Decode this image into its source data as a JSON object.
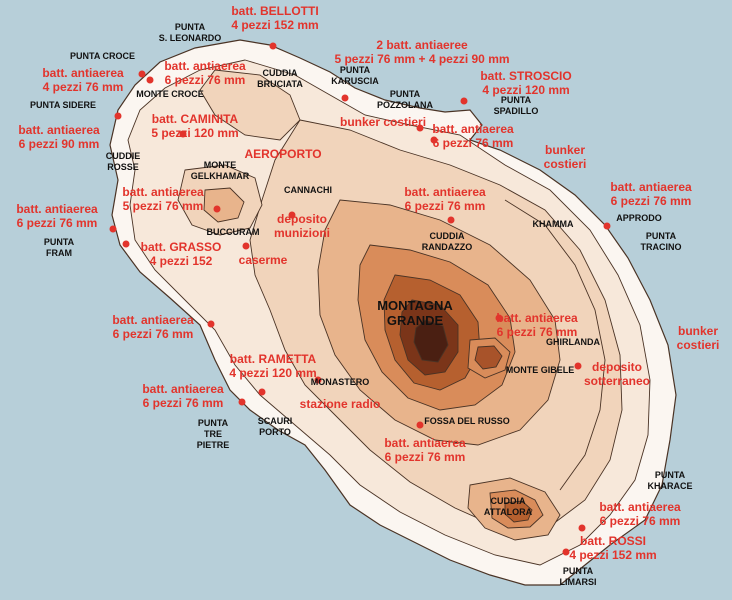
{
  "colors": {
    "sea": "#b7cfd9",
    "land": "#fbf6f1",
    "contour": "#4a3325",
    "annotation": "#e2342c",
    "peak": "#4a1f12"
  },
  "places": {
    "punta_s_leonardo": "PUNTA\nS. LEONARDO",
    "punta_croce": "PUNTA CROCE",
    "monte_croce": "MONTE CROCE",
    "cuddia_bruciata": "CUDDIA\nBRUCIATA",
    "punta_karuscia": "PUNTA\nKARUSCIA",
    "punta_pozzolana": "PUNTA\nPOZZOLANA",
    "punta_spadillo": "PUNTA\nSPADILLO",
    "punta_sidere": "PUNTA SIDERE",
    "cuddie_rosse": "CUDDIE\nROSSE",
    "monte_gelkhamar": "MONTE\nGELKHAMAR",
    "cannachi": "CANNACHI",
    "buccuram": "BUCCURAM",
    "punta_fram": "PUNTA\nFRAM",
    "cuddia_randazzo": "CUDDIA\nRANDAZZO",
    "khamma": "KHAMMA",
    "approdo": "APPRODO",
    "punta_tracino": "PUNTA\nTRACINO",
    "ghirlanda": "GHIRLANDA",
    "monte_gibele": "MONTE GIBELE",
    "monastero": "MONASTERO",
    "scauri_porto": "SCAURI\nPORTO",
    "punta_tre_pietre": "PUNTA\nTRE\nPIETRE",
    "fossa_del_russo": "FOSSA DEL RUSSO",
    "cuddia_attalora": "CUDDIA\nATTALORA",
    "punta_kharace": "PUNTA\nKHARACE",
    "punta_limarsi": "PUNTA\nLIMARSI",
    "montagna_grande": "MONTAGNA\nGRANDE"
  },
  "annotations": {
    "bellotti": "batt. BELLOTTI\n4 pezzi 152 mm",
    "antiaeree_north": "2 batt. antiaeree\n5 pezzi 76 mm + 4 pezzi 90 mm",
    "antiaerea_croce": "batt. antiaerea\n4 pezzi 76 mm",
    "antiaerea_monte_croce": "batt. antiaerea\n6 pezzi 76 mm",
    "stroscio": "batt. STROSCIO\n4 pezzi 120 mm",
    "bunker_costieri_pozzolana": "bunker costieri",
    "antiaerea_pozzolana": "batt. antiaerea\n6 pezzi 76 mm",
    "caminita": "batt. CAMINITA\n5 pezzi 120 mm",
    "antiaerea_sidere": "batt. antiaerea\n6 pezzi 90 mm",
    "aeroporto": "AEROPORTO",
    "bunker_costieri_ne": "bunker\ncostieri",
    "antiaerea_approdo": "batt. antiaerea\n6 pezzi 76 mm",
    "antiaerea_gelkhamar": "batt. antiaerea\n5 pezzi 76 mm",
    "deposito_munizioni": "deposito\nmunizioni",
    "antiaerea_randazzo": "batt. antiaerea\n6 pezzi 76 mm",
    "antiaerea_fram": "batt. antiaerea\n6 pezzi 76 mm",
    "grasso": "batt. GRASSO\n4 pezzi 152",
    "caserme": "caserme",
    "antiaerea_west": "batt. antiaerea\n6 pezzi 76 mm",
    "antiaerea_ghirlanda": "batt. antiaerea\n6 pezzi 76 mm",
    "bunker_costieri_east": "bunker\ncostieri",
    "deposito_sotterraneo": "deposito\nsotterraneo",
    "rametta": "batt. RAMETTA\n4 pezzi 120 mm",
    "antiaerea_tre_pietre": "batt. antiaerea\n6 pezzi 76 mm",
    "stazione_radio": "stazione radio",
    "antiaerea_fossa": "batt. antiaerea\n6 pezzi 76 mm",
    "antiaerea_kharace": "batt. antiaerea\n6 pezzi 76 mm",
    "rossi": "batt. ROSSI\n4 pezzi 152 mm"
  }
}
